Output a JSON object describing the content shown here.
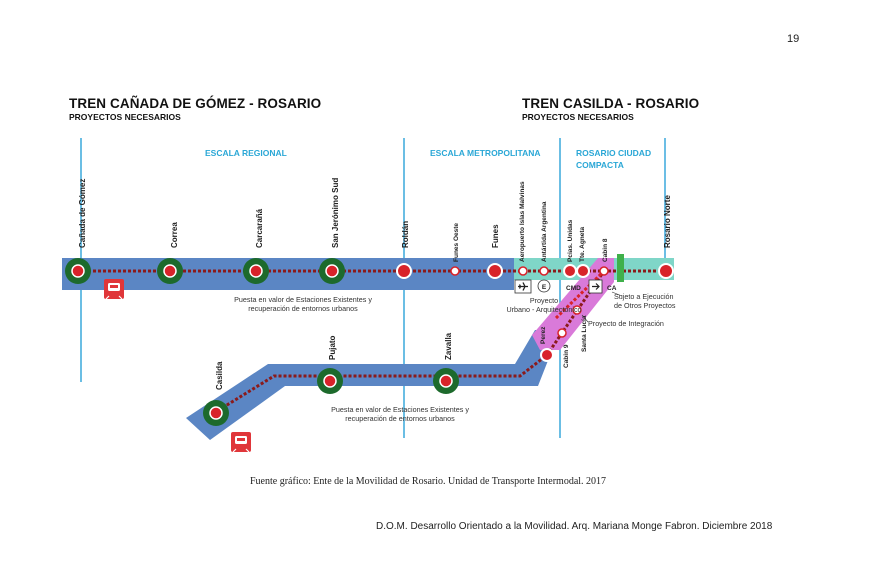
{
  "page_number": "19",
  "left_title": "TREN CAÑADA DE GÓMEZ - ROSARIO",
  "left_subtitle": "PROYECTOS NECESARIOS",
  "right_title": "TREN CASILDA - ROSARIO",
  "right_subtitle": "PROYECTOS NECESARIOS",
  "scales": {
    "regional": "ESCALA REGIONAL",
    "metropolitana": "ESCALA METROPOLITANA",
    "rosario_line1": "ROSARIO CIUDAD",
    "rosario_line2": "COMPACTA"
  },
  "stations_top": [
    "Cañada de Gómez",
    "Correa",
    "Carcarañá",
    "San Jerónimo Sud",
    "Roldán",
    "Funes Oeste",
    "Funes",
    "Aeropuerto Islas Malvinas",
    "Antártida Argentina",
    "Pcias. Unidas",
    "Tte. Agneta",
    "Cabin 8",
    "Rosario Norte"
  ],
  "stations_bottom": [
    "Casilda",
    "Pujato",
    "Zavalla",
    "Perez",
    "Cabin 9",
    "Santa Lucía"
  ],
  "notes": {
    "upper_1": "Puesta en valor de Estaciones Existentes y",
    "upper_2": "recuperación de entornos urbanos",
    "lower_1": "Puesta en valor de Estaciones Existentes y",
    "lower_2": "recuperación de entornos urbanos",
    "proyecto_1": "Proyecto",
    "proyecto_2": "Urbano - Arquitectónico",
    "sujeto_1": "Sujeto a Ejecución",
    "sujeto_2": "de Otros Proyectos",
    "integracion": "Proyecto de Integración",
    "cmd": "CMD",
    "ca": "CA",
    "e_badge": "E"
  },
  "source": "Fuente gráfico: Ente de la Movilidad de Rosario. Unidad de Transporte Intermodal. 2017",
  "footer": "D.O.M. Desarrollo Orientado a la Movilidad. Arq. Mariana Monge Fabron.  Diciembre 2018",
  "colors": {
    "corridor": "#5b86c4",
    "track": "#8b1a1a",
    "station_ring": "#1d6a2c",
    "station_red": "#d8232a",
    "divider": "#3aa9dc",
    "integration": "#d97ad9",
    "compact_zone": "#7fd6c8"
  }
}
